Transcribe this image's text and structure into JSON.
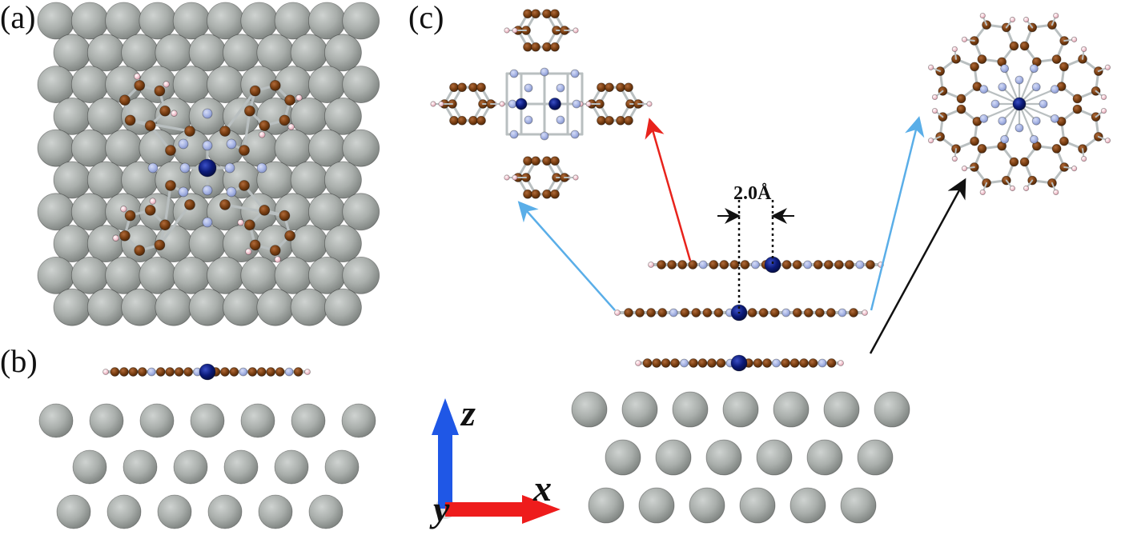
{
  "panels": {
    "a": "(a)",
    "b": "(b)",
    "c": "(c)"
  },
  "distance_label": "2.0Å",
  "axes": {
    "x": "x",
    "y": "y",
    "z": "z"
  },
  "colors": {
    "substrate": "#a9aeab",
    "substrate_edge": "#6f7471",
    "carbon": "#7a3f12",
    "nitrogen": "#a9b6e6",
    "hydrogen": "#f3c9d3",
    "metal": "#0b1a78",
    "bond": "#b9bfc0",
    "arrow_red": "#e8231c",
    "arrow_blue": "#5aaee8",
    "arrow_black": "#111111",
    "axis_x": "#ee1c1c",
    "axis_z": "#1f57e6"
  }
}
